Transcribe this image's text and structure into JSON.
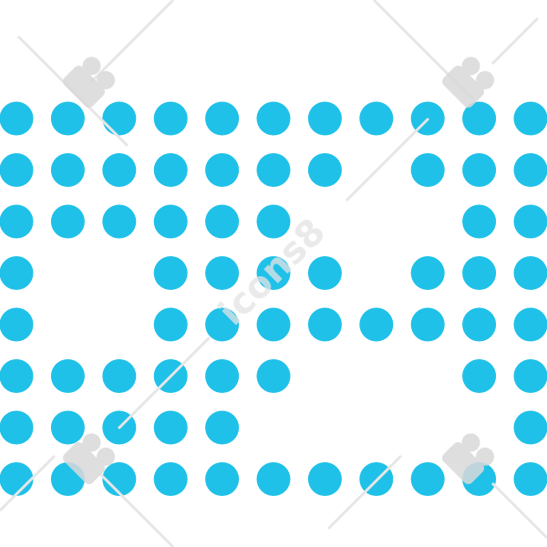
{
  "image": {
    "description_hidden": "",
    "dot_color": "#1fc1e8",
    "background": "#ffffff"
  },
  "dot_matrix": {
    "rows": 8,
    "cols": 11,
    "pattern": [
      "11111111111",
      "11111110111",
      "11111100011",
      "10011110111",
      "10011111111",
      "11111100011",
      "11111000001",
      "11111111111"
    ]
  },
  "watermark": {
    "text": "icons8",
    "logo_icon": "icons8-logo-icon",
    "color": "#e0e0e0"
  }
}
